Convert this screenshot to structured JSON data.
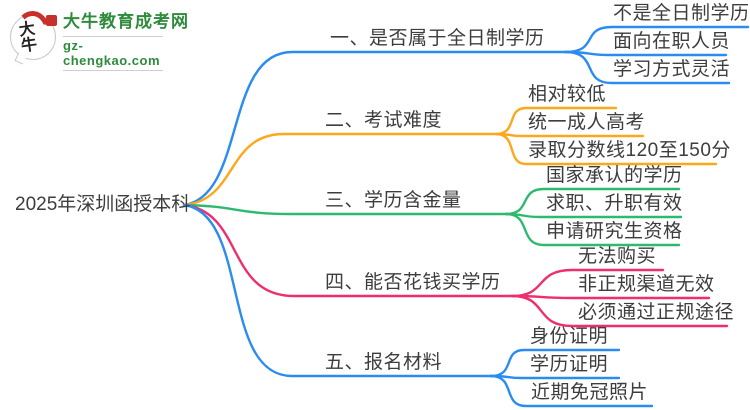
{
  "logo": {
    "seal": "大牛",
    "name": "大牛教育成考网",
    "site": "gz-chengkao.com"
  },
  "root": {
    "label": "2025年深圳函授本科"
  },
  "branches": [
    {
      "label": "一、是否属于全日制学历",
      "color": "#2b8cf0",
      "children": [
        "不是全日制学历",
        "面向在职人员",
        "学习方式灵活"
      ]
    },
    {
      "label": "二、考试难度",
      "color": "#fba81a",
      "children": [
        "相对较低",
        "统一成人高考",
        "录取分数线120至150分"
      ]
    },
    {
      "label": "三、学历含金量",
      "color": "#2eba6e",
      "children": [
        "国家承认的学历",
        "求职、升职有效",
        "申请研究生资格"
      ]
    },
    {
      "label": "四、能否花钱买学历",
      "color": "#ee2f6e",
      "children": [
        "无法购买",
        "非正规渠道无效",
        "必须通过正规途径"
      ]
    },
    {
      "label": "五、报名材料",
      "color": "#2b8cf0",
      "children": [
        "身份证明",
        "学历证明",
        "近期免冠照片"
      ]
    }
  ],
  "colors": {
    "text": "#3d3d3d",
    "background": "#ffffff",
    "brand_green": "#2e8b3c",
    "seal_red": "#c9302c"
  }
}
